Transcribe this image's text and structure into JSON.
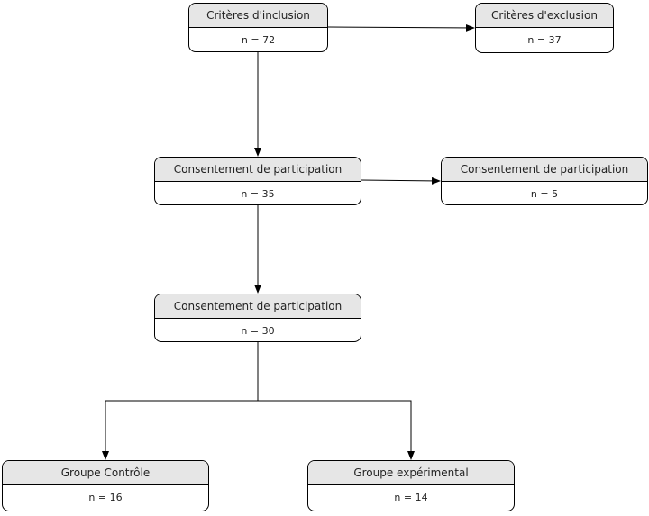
{
  "nodes": [
    {
      "id": "inclusion",
      "title": "Critères d'inclusion",
      "count": "n = 72"
    },
    {
      "id": "exclusion",
      "title": "Critères d'exclusion",
      "count": "n = 37"
    },
    {
      "id": "consent-1",
      "title": "Consentement de participation",
      "count": "n = 35"
    },
    {
      "id": "consent-declined",
      "title": "Consentement de participation",
      "count": "n = 5"
    },
    {
      "id": "consent-2",
      "title": "Consentement de participation",
      "count": "n = 30"
    },
    {
      "id": "control",
      "title": "Groupe Contrôle",
      "count": "n = 16"
    },
    {
      "id": "experimental",
      "title": "Groupe expérimental",
      "count": "n = 14"
    }
  ],
  "edges": [
    {
      "from": "inclusion",
      "to": "exclusion"
    },
    {
      "from": "inclusion",
      "to": "consent-1"
    },
    {
      "from": "consent-1",
      "to": "consent-declined"
    },
    {
      "from": "consent-1",
      "to": "consent-2"
    },
    {
      "from": "consent-2",
      "to": "control"
    },
    {
      "from": "consent-2",
      "to": "experimental"
    }
  ],
  "colors": {
    "header_fill": "#e6e6e6",
    "stroke": "#000000"
  }
}
